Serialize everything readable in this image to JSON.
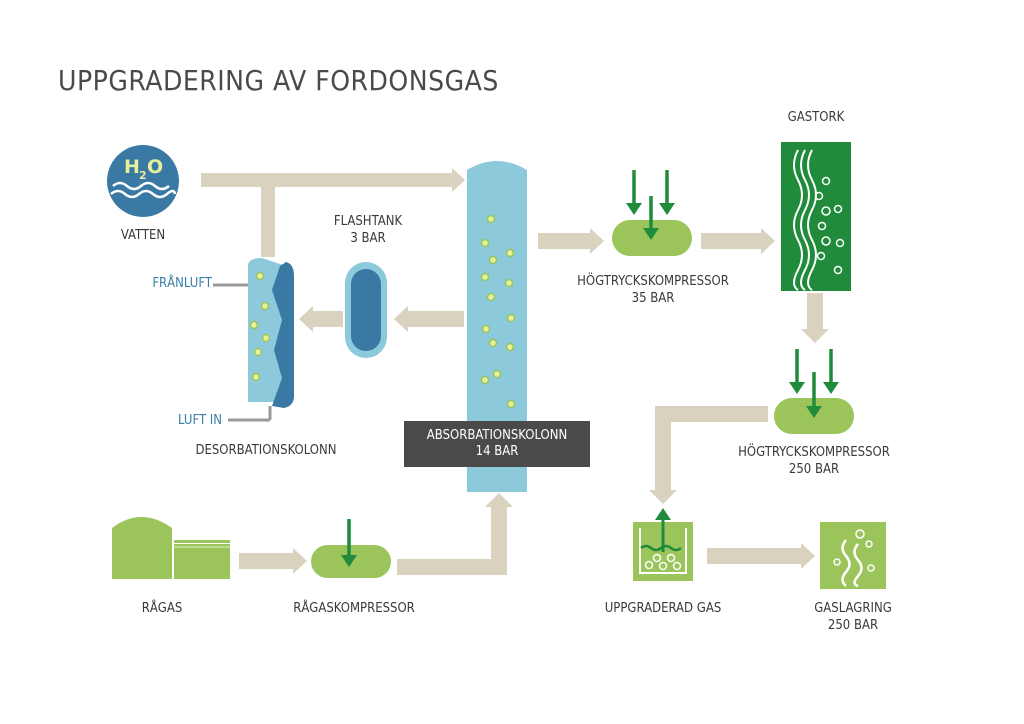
{
  "title": "UPPGRADERING AV FORDONSGAS",
  "water_symbol": {
    "letter_h": "H",
    "subscript": "2",
    "letter_o": "O"
  },
  "labels": {
    "vatten": "VATTEN",
    "franluft": "FRÅNLUFT",
    "luft_in": "LUFT IN",
    "desorption": "DESORBATIONSKOLONN",
    "flashtank_name": "FLASHTANK",
    "flashtank_pressure": "3 BAR",
    "absorption_name": "ABSORBATIONSKOLONN",
    "absorption_pressure": "14 BAR",
    "compressor1_name": "HÖGTRYCKSKOMPRESSOR",
    "compressor1_pressure": "35 BAR",
    "gastork": "GASTORK",
    "compressor2_name": "HÖGTRYCKSKOMPRESSOR",
    "compressor2_pressure": "250 BAR",
    "ragas": "RÅGAS",
    "ragas_compressor": "RÅGASKOMPRESSOR",
    "upgraded_gas": "UPPGRADERAD GAS",
    "storage_name": "GASLAGRING",
    "storage_pressure": "250 BAR"
  },
  "colors": {
    "pipe": "#d8d2bf",
    "light_blue": "#8cc9da",
    "dark_blue": "#3a79a3",
    "light_green": "#9bc45a",
    "dark_green": "#1f8b3b",
    "bubble": "#e6ef9a",
    "label_dark": "#3a3a3a",
    "label_box": "#4a4a4a"
  }
}
